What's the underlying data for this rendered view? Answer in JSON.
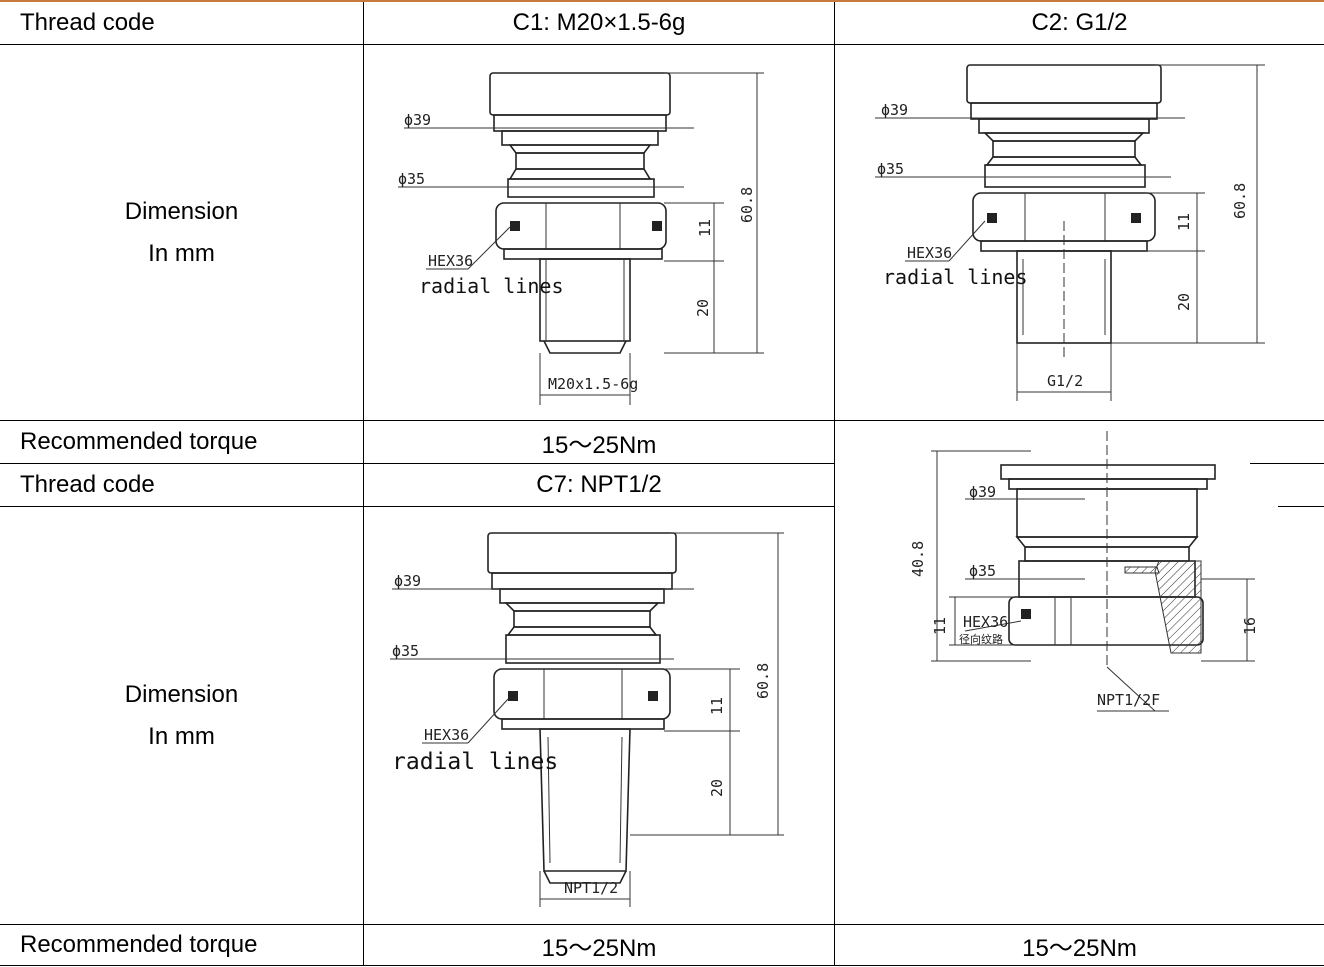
{
  "colors": {
    "top_rule": "#c87a3c",
    "grid": "#000000",
    "background": "#ffffff"
  },
  "rows": {
    "r1": {
      "label": "Thread code",
      "c1": "C1: M20×1.5-6g",
      "c2": "C2: G1/2"
    },
    "r2": {
      "label_line1": "Dimension",
      "label_line2": "In mm"
    },
    "r3": {
      "label": "Recommended torque",
      "c1": "15～25Nm"
    },
    "r4": {
      "label": "Thread code",
      "c1": "C7: NPT1/2"
    },
    "r5": {
      "label_line1": "Dimension",
      "label_line2": "In mm"
    },
    "r6": {
      "label": "Recommended torque",
      "c1": "15～25Nm",
      "c2": "15～25Nm"
    }
  },
  "drawings": {
    "d1": {
      "dia_top": "ϕ39",
      "dia_mid": "ϕ35",
      "hex": "HEX36",
      "note": "radial lines",
      "dim_total": "60.8",
      "dim_hex": "11",
      "dim_thread": "20",
      "thread": "M20x1.5-6g"
    },
    "d2": {
      "dia_top": "ϕ39",
      "dia_mid": "ϕ35",
      "hex": "HEX36",
      "note": "radial lines",
      "dim_total": "60.8",
      "dim_hex": "11",
      "dim_thread": "20",
      "thread": "G1/2"
    },
    "d3": {
      "dia_top": "ϕ39",
      "dia_mid": "ϕ35",
      "hex": "HEX36",
      "note": "radial lines",
      "dim_total": "60.8",
      "dim_hex": "11",
      "dim_thread": "20",
      "thread": "NPT1/2"
    },
    "d4": {
      "dia_top": "ϕ39",
      "dia_mid": "ϕ35",
      "hex": "HEX36",
      "note": "径向纹路",
      "dim_total": "40.8",
      "dim_hex": "11",
      "dim_thread": "16",
      "thread": "NPT1/2F"
    }
  }
}
